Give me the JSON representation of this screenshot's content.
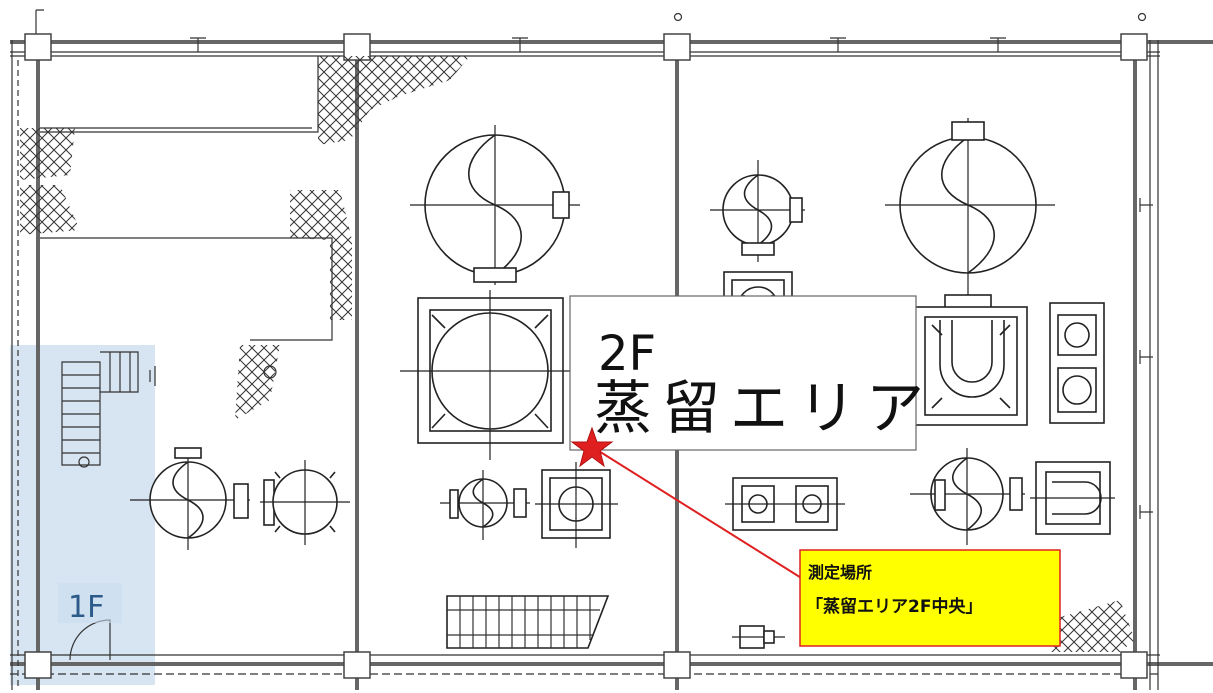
{
  "floor_plan": {
    "first_floor_label": "1F",
    "area_label_line1": "2F",
    "area_label_line2": "蒸留エリア",
    "callout": {
      "title": "測定場所",
      "location": "「蒸留エリア2F中央」",
      "background_color": "#FFFF00",
      "border_color": "#E02020"
    },
    "marker": {
      "shape": "star",
      "color": "#E02020"
    },
    "stair_highlight_color": "#C9DCEE"
  }
}
